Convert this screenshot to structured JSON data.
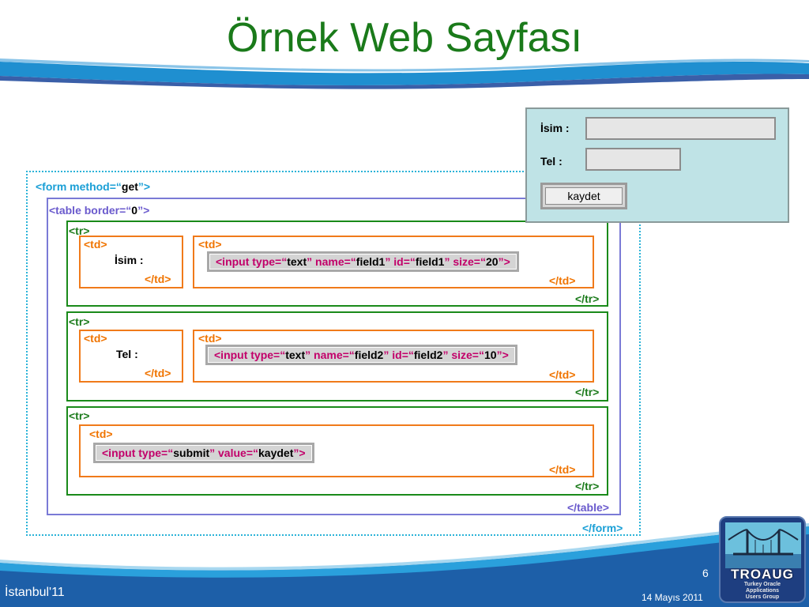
{
  "slide": {
    "title": "Örnek Web Sayfası",
    "footer_left": "İstanbul'11",
    "footer_date": "14 Mayıs 2011",
    "page_number": "6"
  },
  "logo": {
    "name": "TROAUG",
    "subtitle_lines": [
      "Turkey Oracle",
      "Applications",
      "Users Group"
    ]
  },
  "code": {
    "form_open": {
      "prefix": "<form method=“",
      "value": "get",
      "suffix": "”>"
    },
    "form_close": "</form>",
    "table_open": {
      "prefix": "<table border=“",
      "value": "0",
      "suffix": "”>"
    },
    "table_close": "</table>",
    "tr_open": "<tr>",
    "tr_close": "</tr>",
    "td_open": "<td>",
    "td_close": "</td>",
    "row1_label": "İsim :",
    "row2_label": "Tel :",
    "attr_input_type": "<input type=“",
    "attr_name": "” name=“",
    "attr_id": "” id=“",
    "attr_size": "” size=“",
    "attr_value": "” value=“",
    "attr_end": "”>",
    "input1": {
      "type": "text",
      "name": "field1",
      "id": "field1",
      "size": "20"
    },
    "input2": {
      "type": "text",
      "name": "field2",
      "id": "field2",
      "size": "10"
    },
    "input3": {
      "type": "submit",
      "value": "kaydet"
    }
  },
  "preview": {
    "isim_label": "İsim :",
    "tel_label": "Tel :",
    "button_label": "kaydet"
  },
  "colors": {
    "title_green": "#1a7a1a",
    "form_blue": "#1a9fd6",
    "table_purple": "#6a5acd",
    "tr_green": "#1a7a1a",
    "td_orange": "#f07400",
    "attr_magenta": "#c2006a",
    "preview_bg": "#bfe3e6"
  }
}
